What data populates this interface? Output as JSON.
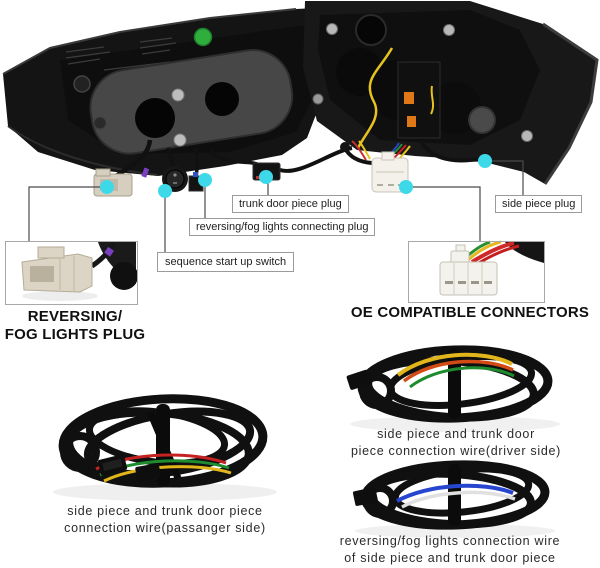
{
  "title": "tail light wiring annotation",
  "colors": {
    "marker": "#3ed9e9",
    "sticker": "#2fae3e",
    "background": "#ffffff"
  },
  "callouts": {
    "trunk": {
      "label": "trunk door piece plug"
    },
    "reversing": {
      "label": "reversing/fog lights connecting plug"
    },
    "sequence": {
      "label": "sequence start up switch"
    },
    "side": {
      "label": "side piece plug"
    }
  },
  "features": {
    "reversing_plug": {
      "line1": "REVERSING/",
      "line2": "FOG LIGHTS PLUG"
    },
    "oe_connectors": {
      "caption": "OE COMPATIBLE CONNECTORS"
    }
  },
  "harnesses": {
    "passenger": {
      "line1": "side piece and trunk door piece",
      "line2": "connection wire(passanger side)"
    },
    "driver": {
      "line1": "side piece and trunk door",
      "line2": "piece connection wire(driver side)"
    },
    "reversing": {
      "line1": "reversing/fog lights connection wire",
      "line2": "of side piece and trunk door piece"
    }
  }
}
